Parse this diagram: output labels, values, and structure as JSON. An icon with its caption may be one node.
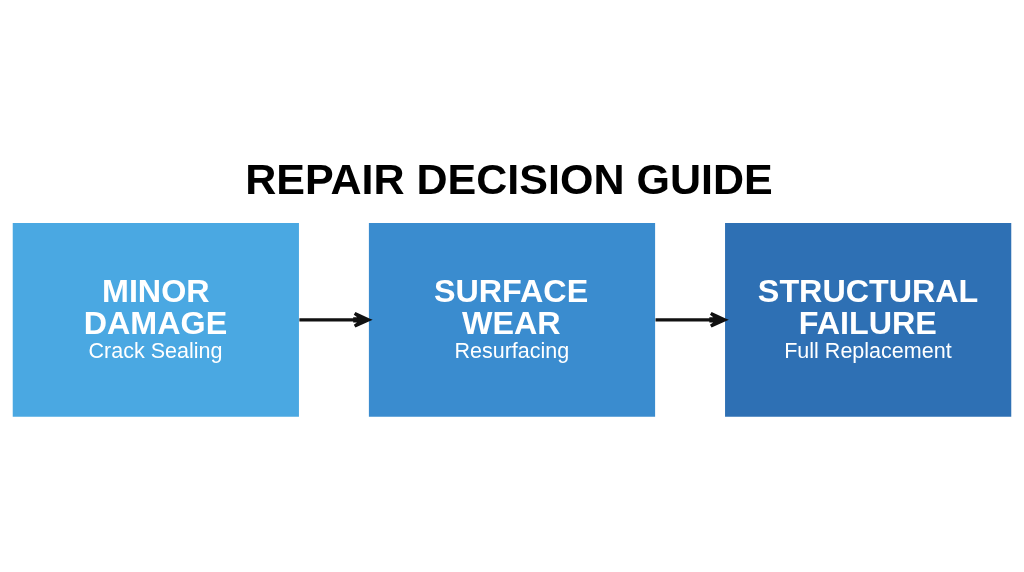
{
  "diagram": {
    "title": "REPAIR DECISION GUIDE",
    "nodes": [
      {
        "text": [
          "MINOR DAMAGE",
          "Crack Sealing"
        ]
      },
      {
        "text": [
          "SURFACE WEAR",
          "Resurfacing"
        ]
      },
      {
        "text": [
          "STRUCTURAL FAILURE",
          "Full Replacement"
        ]
      }
    ],
    "edges": [
      {
        "from": 0,
        "to": 1,
        "arrow": "to"
      },
      {
        "from": 1,
        "to": 2,
        "arrow": "to"
      }
    ]
  }
}
